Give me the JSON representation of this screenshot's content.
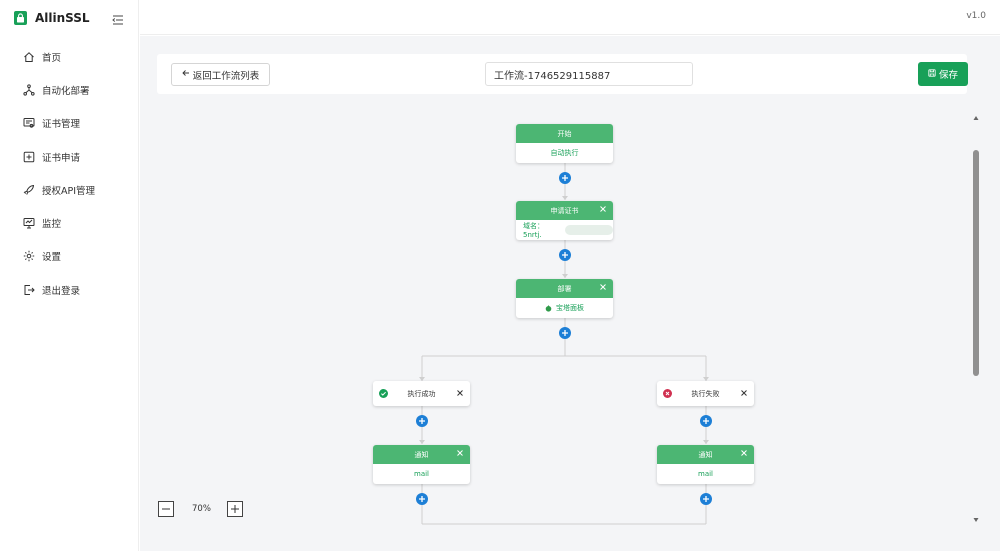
{
  "app": {
    "name": "AllinSSL",
    "version": "v1.0"
  },
  "sidebar": {
    "items": [
      {
        "label": "首页",
        "icon": "home-icon"
      },
      {
        "label": "自动化部署",
        "icon": "workflow-icon"
      },
      {
        "label": "证书管理",
        "icon": "certificate-icon"
      },
      {
        "label": "证书申请",
        "icon": "add-square-icon"
      },
      {
        "label": "授权API管理",
        "icon": "rocket-icon"
      },
      {
        "label": "监控",
        "icon": "monitor-icon"
      },
      {
        "label": "设置",
        "icon": "gear-icon"
      },
      {
        "label": "退出登录",
        "icon": "logout-icon"
      }
    ]
  },
  "toolbar": {
    "back_label": "返回工作流列表",
    "workflow_name": "工作流-1746529115887",
    "save_label": "保存"
  },
  "flow": {
    "start": {
      "title": "开始",
      "body": "自动执行"
    },
    "apply": {
      "title": "申请证书",
      "body": "域名：5nrtj."
    },
    "deploy": {
      "title": "部署",
      "body": "宝塔面板"
    },
    "success": {
      "title": "执行成功"
    },
    "fail": {
      "title": "执行失败"
    },
    "notify_success": {
      "title": "通知",
      "body": "mail"
    },
    "notify_fail": {
      "title": "通知",
      "body": "mail"
    }
  },
  "zoom": {
    "level": "70%"
  },
  "colors": {
    "primary": "#18a058",
    "node_header": "#4cb673",
    "add_button": "#1d7fd6",
    "error": "#d03050"
  }
}
